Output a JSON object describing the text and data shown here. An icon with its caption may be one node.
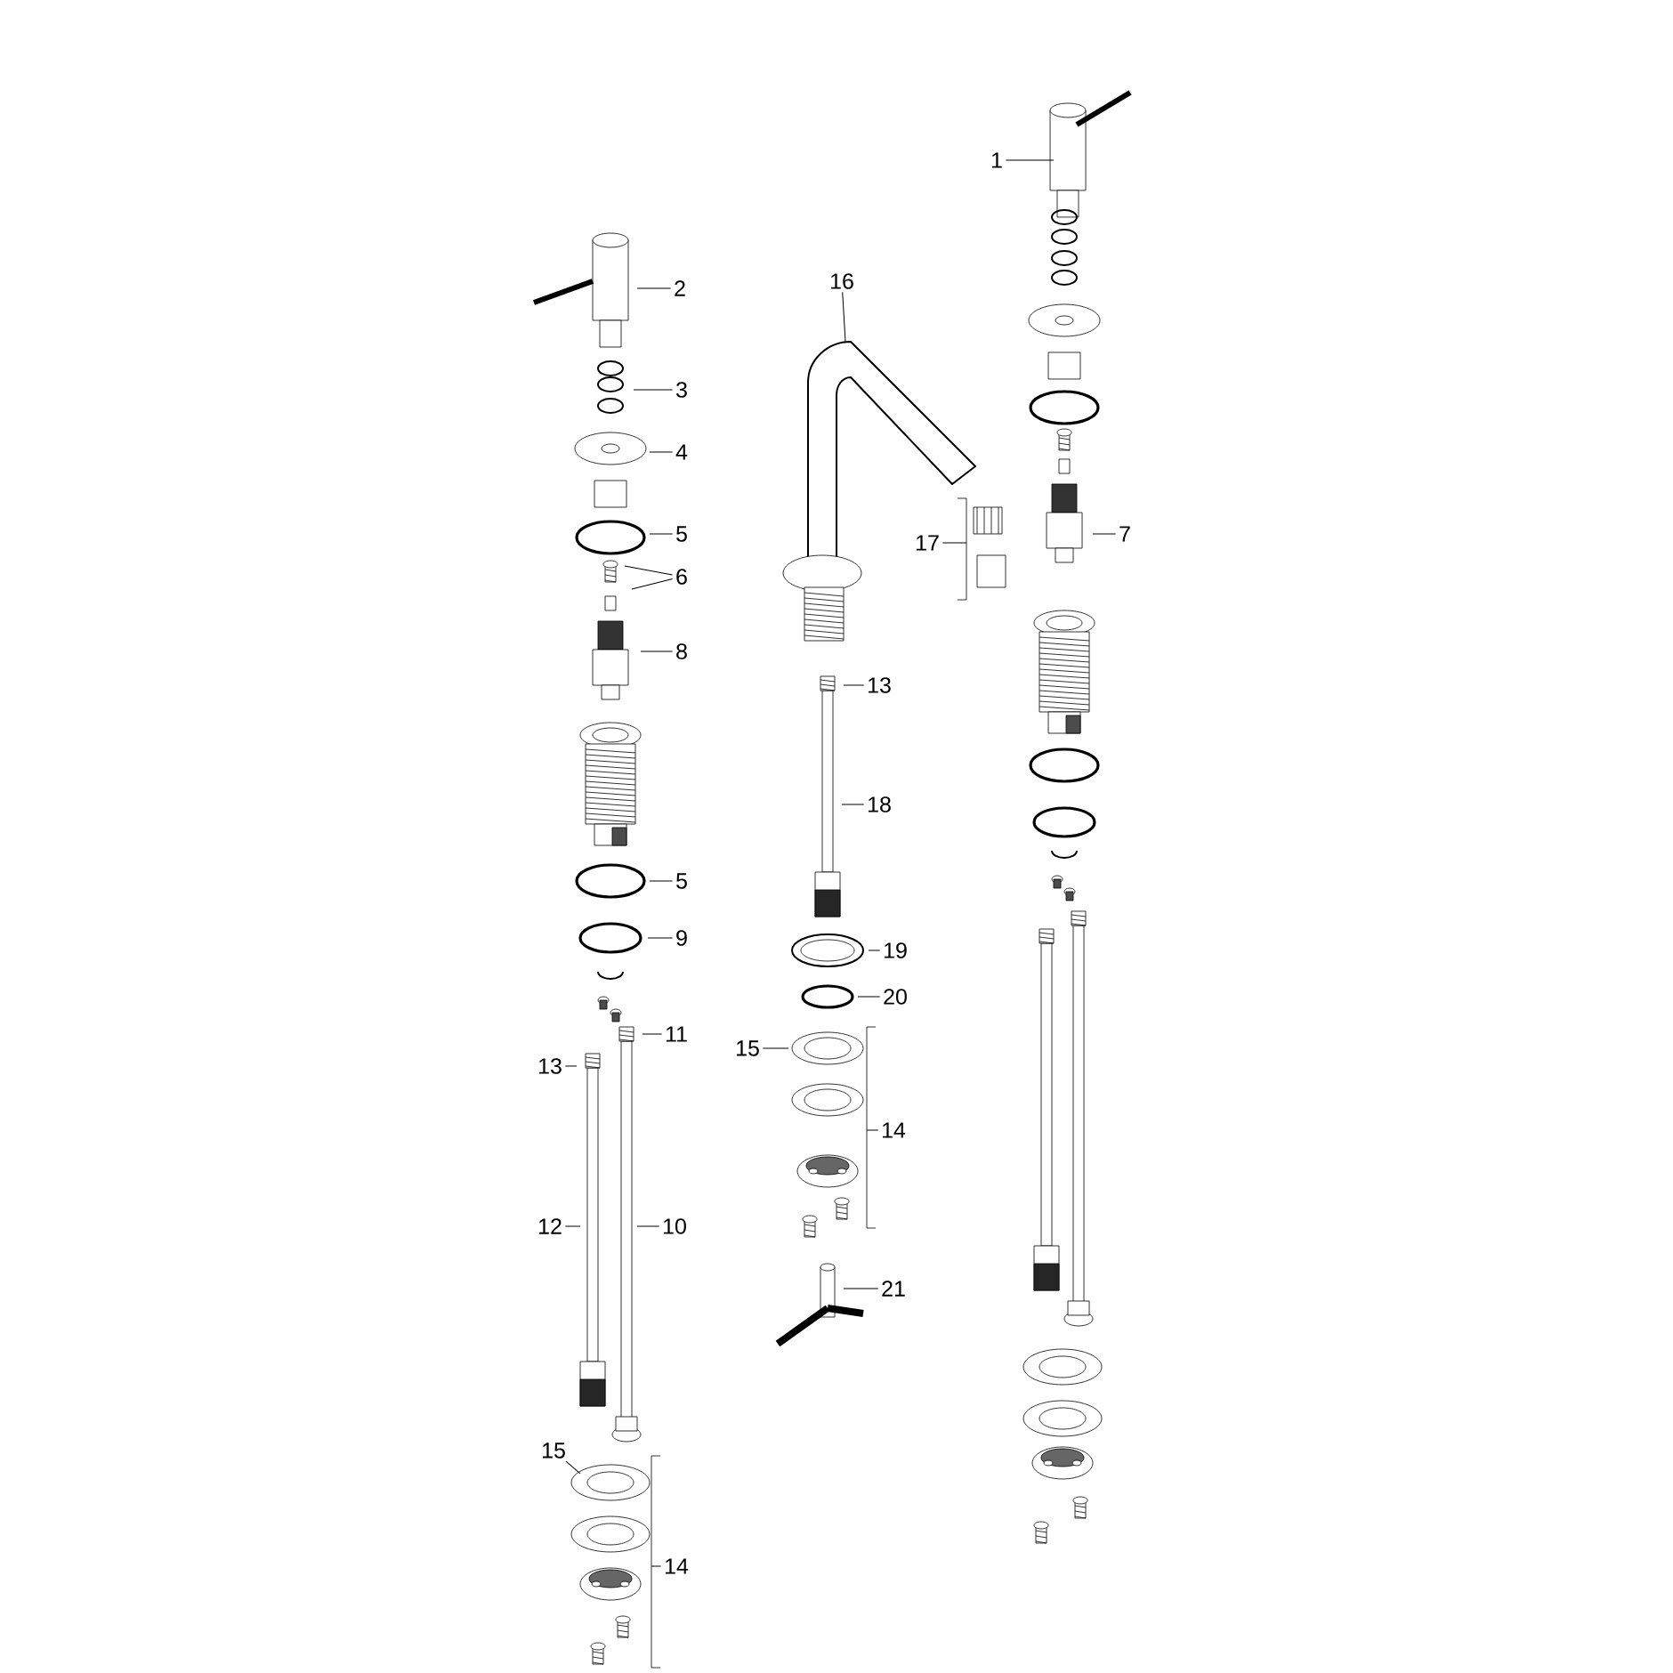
{
  "diagram": {
    "nodes": [
      {
        "text": [
          "1"
        ]
      },
      {
        "text": [
          "16"
        ]
      },
      {
        "text": [
          "2"
        ]
      },
      {
        "text": [
          "3"
        ]
      },
      {
        "text": [
          "4"
        ]
      },
      {
        "text": [
          "5"
        ]
      },
      {
        "text": [
          "7"
        ]
      },
      {
        "text": [
          "17"
        ]
      },
      {
        "text": [
          "6"
        ]
      },
      {
        "text": [
          "8"
        ]
      },
      {
        "text": [
          "13"
        ]
      },
      {
        "text": [
          "18"
        ]
      },
      {
        "text": [
          "5"
        ]
      },
      {
        "text": [
          "9"
        ]
      },
      {
        "text": [
          "19"
        ]
      },
      {
        "text": [
          "20"
        ]
      },
      {
        "text": [
          "11"
        ]
      },
      {
        "text": [
          "15"
        ]
      },
      {
        "text": [
          "13"
        ]
      },
      {
        "text": [
          "14"
        ]
      },
      {
        "text": [
          "12"
        ]
      },
      {
        "text": [
          "10"
        ]
      },
      {
        "text": [
          "21"
        ]
      },
      {
        "text": [
          "15"
        ]
      },
      {
        "text": [
          "14"
        ]
      }
    ],
    "edges": [
      {
        "from": 0,
        "to": null,
        "arrow": "none"
      },
      {
        "from": 1,
        "to": null,
        "arrow": "none"
      },
      {
        "from": 2,
        "to": null,
        "arrow": "none"
      },
      {
        "from": 3,
        "to": null,
        "arrow": "none"
      },
      {
        "from": 4,
        "to": null,
        "arrow": "none"
      },
      {
        "from": 5,
        "to": null,
        "arrow": "none"
      },
      {
        "from": 6,
        "to": null,
        "arrow": "none"
      },
      {
        "from": 7,
        "to": null,
        "arrow": "none"
      },
      {
        "from": 8,
        "to": null,
        "arrow": "none"
      },
      {
        "from": 8,
        "to": null,
        "arrow": "none"
      },
      {
        "from": 9,
        "to": null,
        "arrow": "none"
      },
      {
        "from": 10,
        "to": null,
        "arrow": "none"
      },
      {
        "from": 11,
        "to": null,
        "arrow": "none"
      },
      {
        "from": 12,
        "to": null,
        "arrow": "none"
      },
      {
        "from": 13,
        "to": null,
        "arrow": "none"
      },
      {
        "from": 14,
        "to": null,
        "arrow": "none"
      },
      {
        "from": 15,
        "to": null,
        "arrow": "none"
      },
      {
        "from": 16,
        "to": null,
        "arrow": "none"
      },
      {
        "from": 17,
        "to": null,
        "arrow": "none"
      },
      {
        "from": 18,
        "to": null,
        "arrow": "none"
      },
      {
        "from": 19,
        "to": null,
        "arrow": "none"
      },
      {
        "from": 20,
        "to": null,
        "arrow": "none"
      },
      {
        "from": 21,
        "to": null,
        "arrow": "none"
      },
      {
        "from": 22,
        "to": null,
        "arrow": "none"
      },
      {
        "from": 23,
        "to": null,
        "arrow": "none"
      },
      {
        "from": 24,
        "to": null,
        "arrow": "none"
      }
    ]
  }
}
